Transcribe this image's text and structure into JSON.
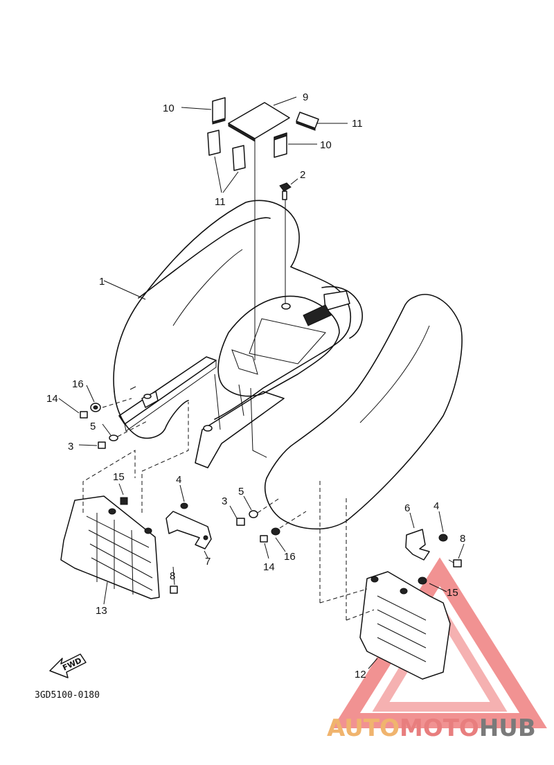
{
  "diagram": {
    "drawing_code": "3GD5100-0180",
    "fwd_label": "FWD",
    "callouts": {
      "c1": "1",
      "c2": "2",
      "c3a": "3",
      "c3b": "3",
      "c4a": "4",
      "c4b": "4",
      "c5a": "5",
      "c5b": "5",
      "c6": "6",
      "c7": "7",
      "c8a": "8",
      "c8b": "8",
      "c9": "9",
      "c10a": "10",
      "c10b": "10",
      "c11a": "11",
      "c11b": "11",
      "c12": "12",
      "c13": "13",
      "c14a": "14",
      "c14b": "14",
      "c15a": "15",
      "c15b": "15",
      "c16a": "16",
      "c16b": "16"
    }
  },
  "watermark": {
    "part1": "AUTO",
    "part2": "MOTO",
    "part3": "HUB",
    "colors": {
      "auto": "#f0b46e",
      "moto": "#e87e7e",
      "hub": "#7a7a7a",
      "triangle": "#e84a4a"
    }
  }
}
